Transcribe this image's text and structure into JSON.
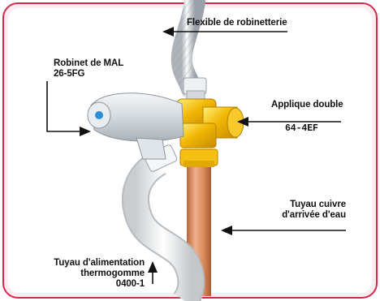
{
  "labels": {
    "flexible": "Flexible de robinetterie",
    "robinet": {
      "line1": "Robinet de MAL",
      "line2": "26-5FG"
    },
    "applique": {
      "line1": "Applique double",
      "line2": "64-4EF"
    },
    "tuyau_cuivre": {
      "line1": "Tuyau cuivre",
      "line2": "d'arrivée d'eau"
    },
    "tuyau_alim": {
      "line1": "Tuyau d'alimentation",
      "line2": "thermogomme",
      "line3": "0400-1"
    }
  },
  "colors": {
    "frame": "#d7284a",
    "frame_bg": "#fbeef1",
    "copper": "#d9895a",
    "brass": "#f2b705",
    "flex": "#e9ecef",
    "tap": "#d7dde2",
    "hose": "#f3f4f4"
  }
}
